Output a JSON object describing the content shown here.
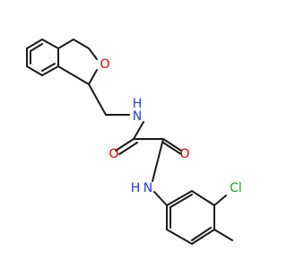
{
  "molecule": {
    "bond_color": "#1a1a1a",
    "atoms": [
      {
        "id": "O_ring",
        "label": "O",
        "color": "#d40000"
      },
      {
        "id": "N_upper",
        "label": "N",
        "color": "#1f3fd6"
      },
      {
        "id": "O_left",
        "label": "O",
        "color": "#d40000"
      },
      {
        "id": "O_right",
        "label": "O",
        "color": "#d40000"
      },
      {
        "id": "N_lower",
        "label": "N",
        "color": "#1f3fd6"
      },
      {
        "id": "Cl",
        "label": "Cl",
        "color": "#1ea01e"
      }
    ],
    "hydrogens": [
      {
        "id": "H_upper",
        "label": "H",
        "color": "#1f3fd6"
      },
      {
        "id": "H_lower",
        "label": "H",
        "color": "#1f3fd6"
      }
    ]
  }
}
